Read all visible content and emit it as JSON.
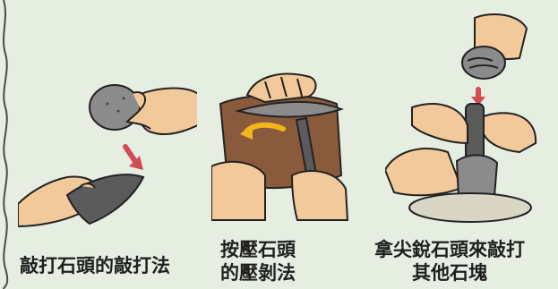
{
  "panels": [
    {
      "caption": "敲打石頭的敲打法",
      "icon": "hammerstone-percussion-illustration"
    },
    {
      "caption_lines": [
        "按壓石頭",
        "的壓剝法"
      ],
      "icon": "pressure-flaking-illustration"
    },
    {
      "caption_lines": [
        "拿尖銳石頭來敲打",
        "其他石塊"
      ],
      "icon": "punch-striking-illustration"
    }
  ],
  "colors": {
    "background": "#e6eee2",
    "skin": "#f2c99a",
    "stone": "#8b8b8b",
    "stone_dark": "#5b5b5b",
    "leather": "#8a5a3c",
    "arrow_red": "#d24b55",
    "arrow_yellow": "#f2b51a",
    "base_stone": "#d9d6c6"
  }
}
